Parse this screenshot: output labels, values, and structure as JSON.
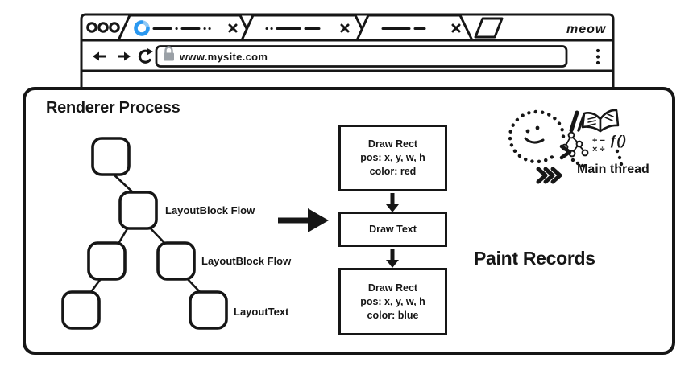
{
  "browser": {
    "brand": "meow",
    "address_bar": {
      "url": "www.mysite.com"
    },
    "tab_count": 3
  },
  "diagram": {
    "title": "Renderer Process",
    "tree": {
      "labels": [
        "LayoutBlock Flow",
        "LayoutBlock Flow",
        "LayoutText"
      ]
    },
    "paint_records": {
      "heading": "Paint Records",
      "boxes": [
        {
          "lines": [
            "Draw Rect",
            "pos: x, y, w, h",
            "color: red"
          ]
        },
        {
          "lines": [
            "Draw Text"
          ]
        },
        {
          "lines": [
            "Draw Rect",
            "pos: x, y, w, h",
            "color: blue"
          ]
        }
      ]
    },
    "main_thread": {
      "label": "Main thread",
      "glyphs": {
        "plus_minus": "+ −",
        "times_divide": "× ÷",
        "function": "ƒ()"
      }
    }
  },
  "colors": {
    "ink": "#161616",
    "spinner_blue": "#2a98f0",
    "spinner_light": "#8fc9f6",
    "lock_gray": "#9aa0a6"
  }
}
